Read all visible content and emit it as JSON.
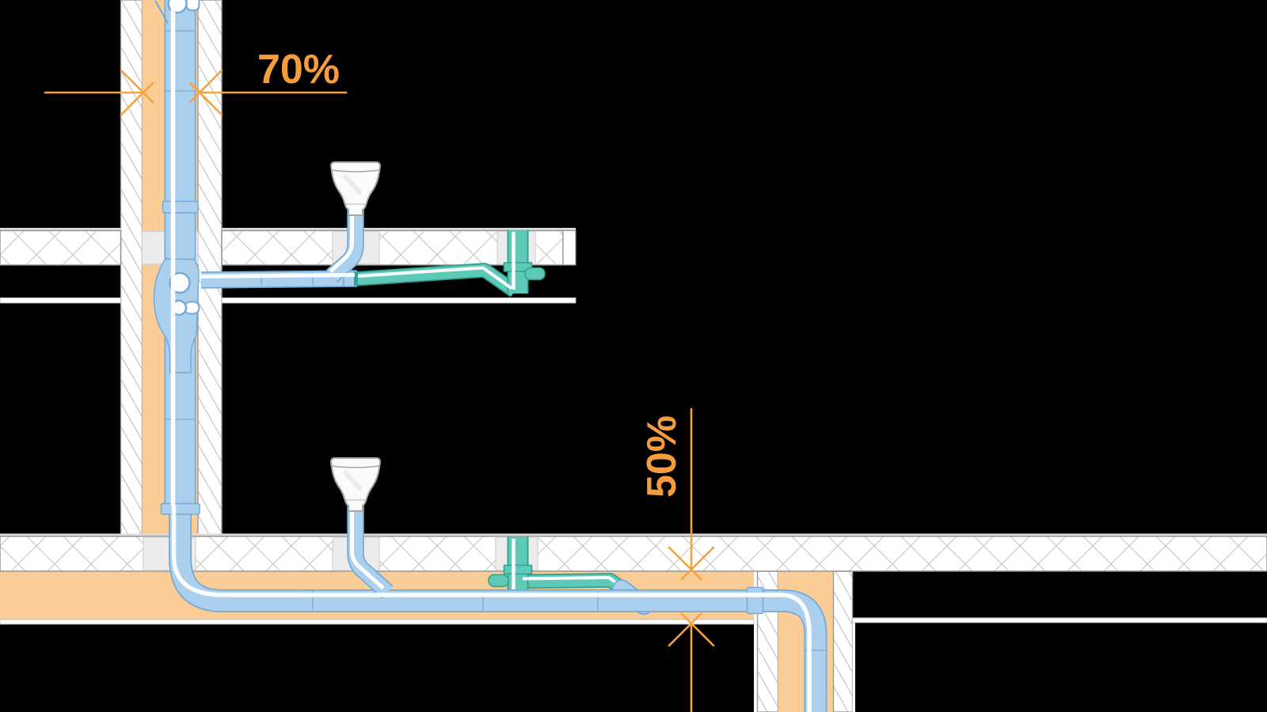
{
  "diagram": {
    "type": "building-section-pipe-installation",
    "labels": {
      "wall_saving": "70%",
      "ceiling_saving": "50%"
    },
    "colors": {
      "background": "#000000",
      "wall_core_orange": "#FACD96",
      "screed_orange": "#FACD96",
      "hatch_line_gray": "#C9C9C9",
      "structure_edge_gray": "#909090",
      "sleeve_gray": "#ECECEC",
      "pipe_blue_fill": "#ABD0EE",
      "pipe_blue_edge": "#74A9D8",
      "pipe_green_fill": "#5FC9B8",
      "pipe_green_edge": "#2FA091",
      "pipe_highlight": "#FFFFFF",
      "funnel_white": "#FBFBFB",
      "funnel_outline": "#A5A5A5",
      "dimension_orange": "#F5A240",
      "dimension_text_orange": "#F59C3C"
    }
  }
}
